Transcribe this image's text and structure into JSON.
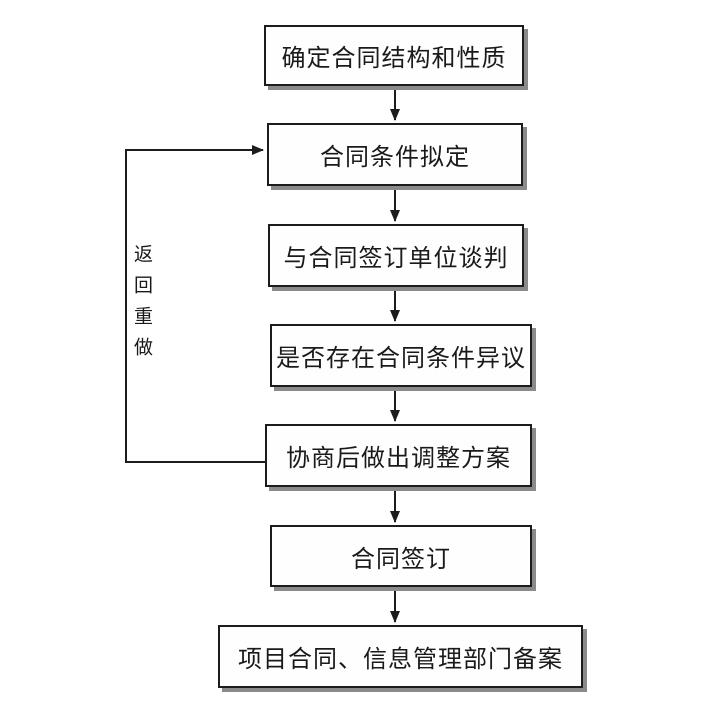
{
  "diagram": {
    "type": "flowchart",
    "colors": {
      "background": "#ffffff",
      "line": "#1c1c1c",
      "box_fill": "#fefefe",
      "box_shadow": "#8a8a8a",
      "text": "#1a1a1a"
    },
    "nodes": [
      {
        "id": "determine-structure",
        "label": "确定合同结构和性质"
      },
      {
        "id": "draft-conditions",
        "label": "合同条件拟定"
      },
      {
        "id": "negotiate",
        "label": "与合同签订单位谈判"
      },
      {
        "id": "objection-check",
        "label": "是否存在合同条件异议"
      },
      {
        "id": "adjustment-plan",
        "label": "协商后做出调整方案"
      },
      {
        "id": "sign-contract",
        "label": "合同签订"
      },
      {
        "id": "filing",
        "label": "项目合同、信息管理部门备案"
      }
    ],
    "edges": [
      {
        "from": "determine-structure",
        "to": "draft-conditions"
      },
      {
        "from": "draft-conditions",
        "to": "negotiate"
      },
      {
        "from": "negotiate",
        "to": "objection-check"
      },
      {
        "from": "objection-check",
        "to": "adjustment-plan"
      },
      {
        "from": "adjustment-plan",
        "to": "sign-contract"
      },
      {
        "from": "sign-contract",
        "to": "filing"
      },
      {
        "from": "adjustment-plan",
        "to": "draft-conditions",
        "type": "loop-back",
        "label": "返回重做"
      }
    ],
    "loop_label": "返回重做"
  }
}
